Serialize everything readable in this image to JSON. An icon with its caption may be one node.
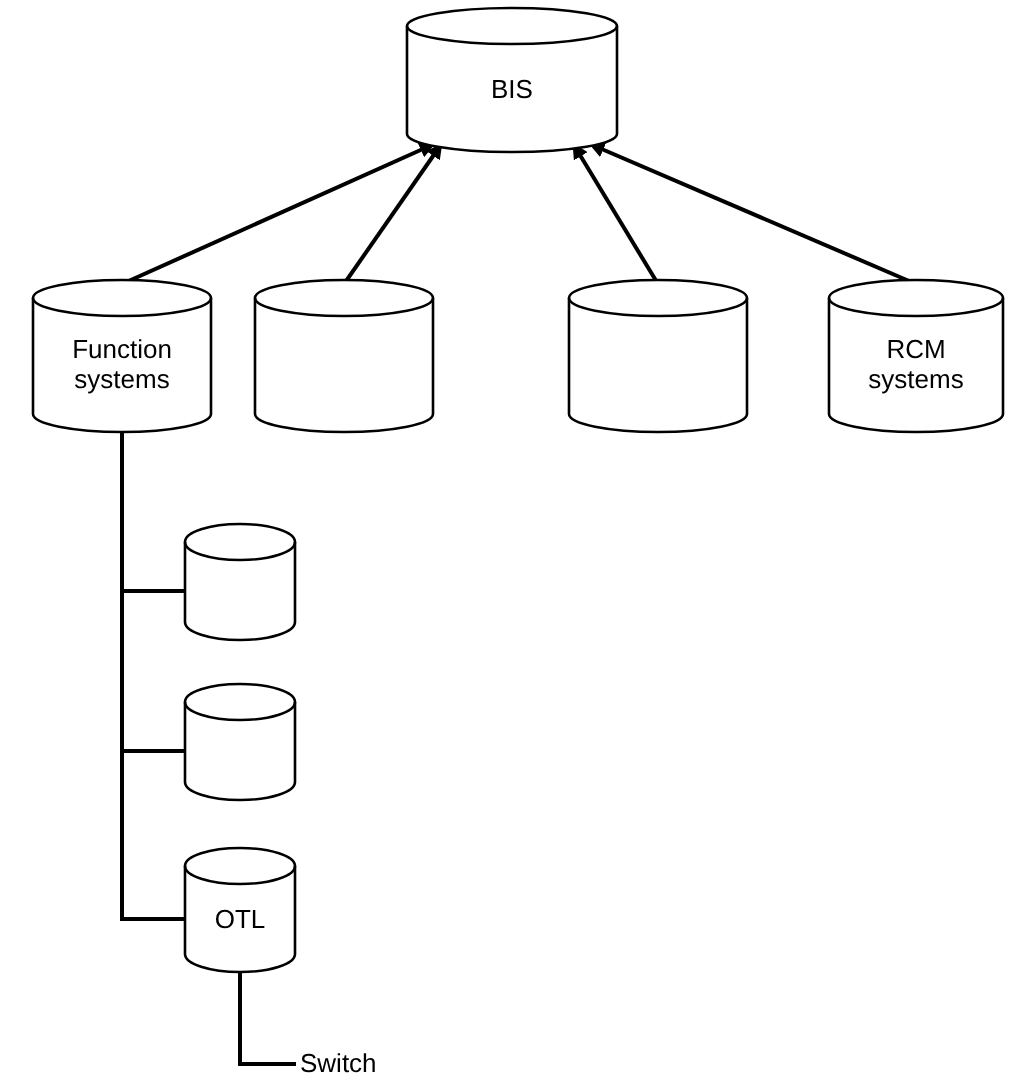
{
  "diagram": {
    "nodes": [
      {
        "text": [
          "BIS"
        ]
      },
      {
        "text": [
          "Function systems"
        ]
      },
      {
        "text": [],
        "shape": "cylinder"
      },
      {
        "text": [],
        "shape": "cylinder"
      },
      {
        "text": [
          "RCM systems"
        ]
      },
      {
        "text": [],
        "shape": "cylinder"
      },
      {
        "text": [],
        "shape": "cylinder"
      },
      {
        "text": [
          "OTL"
        ]
      },
      {
        "text": [
          "Switch"
        ]
      }
    ],
    "edges": [
      {
        "from": 1,
        "to": 0,
        "arrow": "to"
      },
      {
        "from": 2,
        "to": 0,
        "arrow": "to"
      },
      {
        "from": 3,
        "to": 0,
        "arrow": "to"
      },
      {
        "from": 4,
        "to": 0,
        "arrow": "to"
      },
      {
        "from": 1,
        "to": 5,
        "arrow": "none"
      },
      {
        "from": 1,
        "to": 6,
        "arrow": "none"
      },
      {
        "from": 1,
        "to": 7,
        "arrow": "none"
      },
      {
        "from": 7,
        "to": 8,
        "arrow": "none"
      }
    ]
  }
}
